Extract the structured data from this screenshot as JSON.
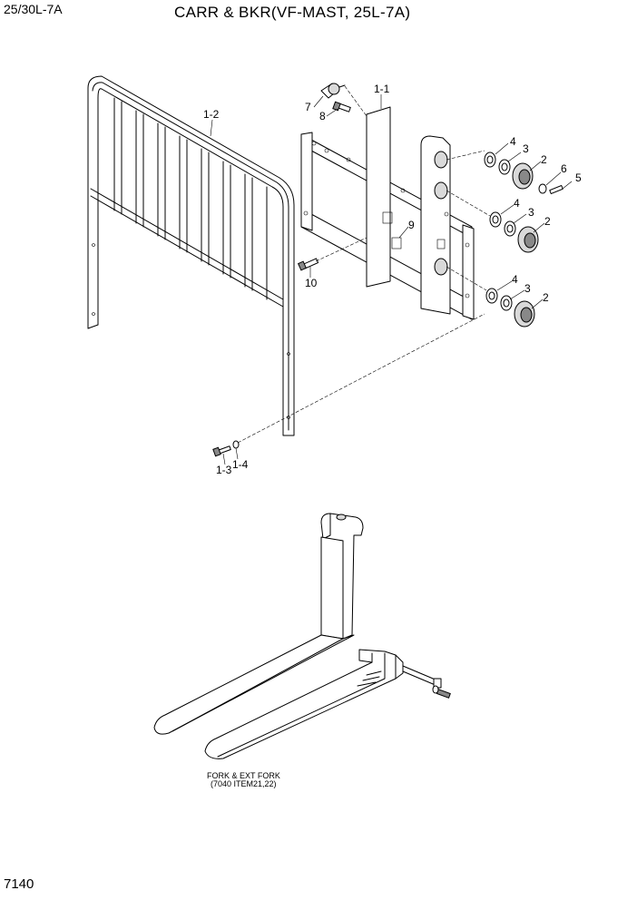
{
  "header": {
    "model": "25/30L-7A",
    "title": "CARR & BKR(VF-MAST, 25L-7A)"
  },
  "footer": {
    "page_number": "7140"
  },
  "callouts": {
    "c1_1": "1-1",
    "c1_2": "1-2",
    "c1_3": "1-3",
    "c1_4": "1-4",
    "c2a": "2",
    "c2b": "2",
    "c2c": "2",
    "c3a": "3",
    "c3b": "3",
    "c3c": "3",
    "c4a": "4",
    "c4b": "4",
    "c4c": "4",
    "c5": "5",
    "c6": "6",
    "c7": "7",
    "c8": "8",
    "c9": "9",
    "c10": "10"
  },
  "fork_note": {
    "line1": "FORK & EXT FORK",
    "line2": "(7040 ITEM21,22)"
  }
}
